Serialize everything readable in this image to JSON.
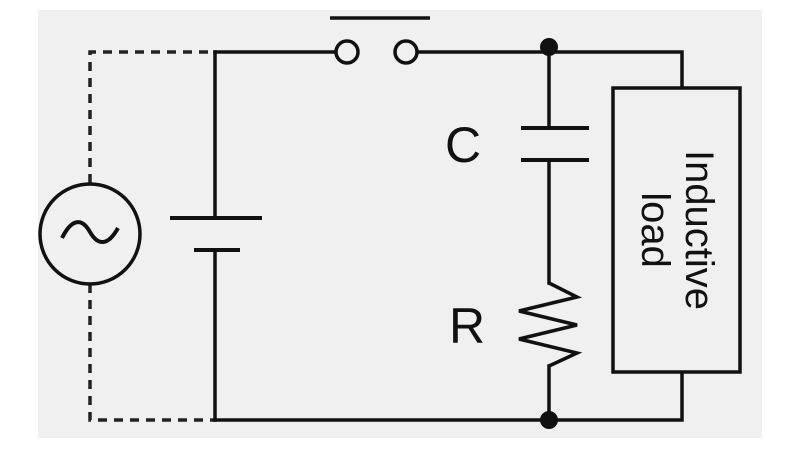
{
  "diagram": {
    "labels": {
      "capacitor": "C",
      "resistor": "R",
      "load_line1": "Inductive",
      "load_line2": "load"
    },
    "components": {
      "source": "ac-source-icon",
      "battery": "dc-battery-icon",
      "switch": "contact-switch-icon",
      "capacitor": "capacitor-icon",
      "resistor": "resistor-icon",
      "load": "inductive-load-box"
    },
    "colors": {
      "background": "#f0f0f0",
      "line": "#111111"
    }
  }
}
